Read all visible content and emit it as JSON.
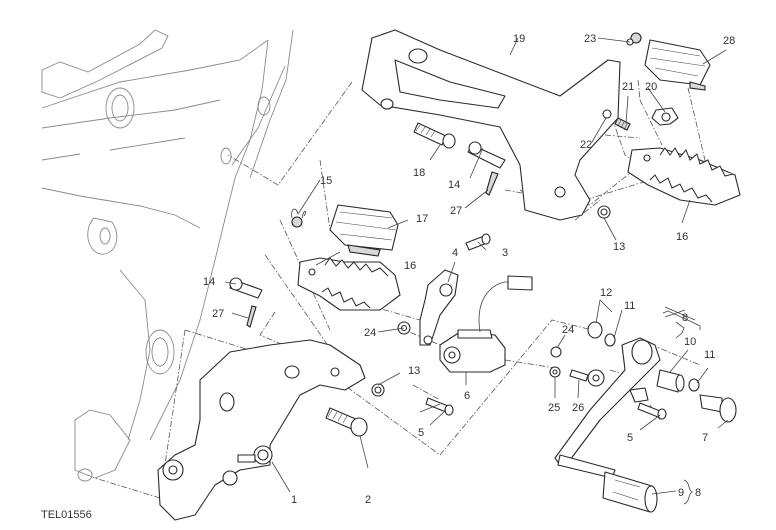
{
  "diagram": {
    "reference_code": "TEL01556",
    "colors": {
      "line": "#2a2a2a",
      "frame": "#8a8a8a",
      "background": "#ffffff",
      "callout_text": "#333333"
    },
    "callouts": [
      {
        "id": "c1",
        "label": "1"
      },
      {
        "id": "c2",
        "label": "2"
      },
      {
        "id": "c3",
        "label": "3"
      },
      {
        "id": "c4",
        "label": "4"
      },
      {
        "id": "c5a",
        "label": "5"
      },
      {
        "id": "c5b",
        "label": "5"
      },
      {
        "id": "c6",
        "label": "6"
      },
      {
        "id": "c7",
        "label": "7"
      },
      {
        "id": "c8a",
        "label": "8"
      },
      {
        "id": "c8b",
        "label": "8"
      },
      {
        "id": "c9",
        "label": "9"
      },
      {
        "id": "c10",
        "label": "10"
      },
      {
        "id": "c11a",
        "label": "11"
      },
      {
        "id": "c11b",
        "label": "11"
      },
      {
        "id": "c12",
        "label": "12"
      },
      {
        "id": "c13a",
        "label": "13"
      },
      {
        "id": "c13b",
        "label": "13"
      },
      {
        "id": "c14a",
        "label": "14"
      },
      {
        "id": "c14b",
        "label": "14"
      },
      {
        "id": "c15",
        "label": "15"
      },
      {
        "id": "c16a",
        "label": "16"
      },
      {
        "id": "c16b",
        "label": "16"
      },
      {
        "id": "c17",
        "label": "17"
      },
      {
        "id": "c18",
        "label": "18"
      },
      {
        "id": "c19",
        "label": "19"
      },
      {
        "id": "c20",
        "label": "20"
      },
      {
        "id": "c21",
        "label": "21"
      },
      {
        "id": "c22",
        "label": "22"
      },
      {
        "id": "c23",
        "label": "23"
      },
      {
        "id": "c24a",
        "label": "24"
      },
      {
        "id": "c24b",
        "label": "24"
      },
      {
        "id": "c25",
        "label": "25"
      },
      {
        "id": "c26",
        "label": "26"
      },
      {
        "id": "c27a",
        "label": "27"
      },
      {
        "id": "c27b",
        "label": "27"
      },
      {
        "id": "c28",
        "label": "28"
      }
    ]
  }
}
